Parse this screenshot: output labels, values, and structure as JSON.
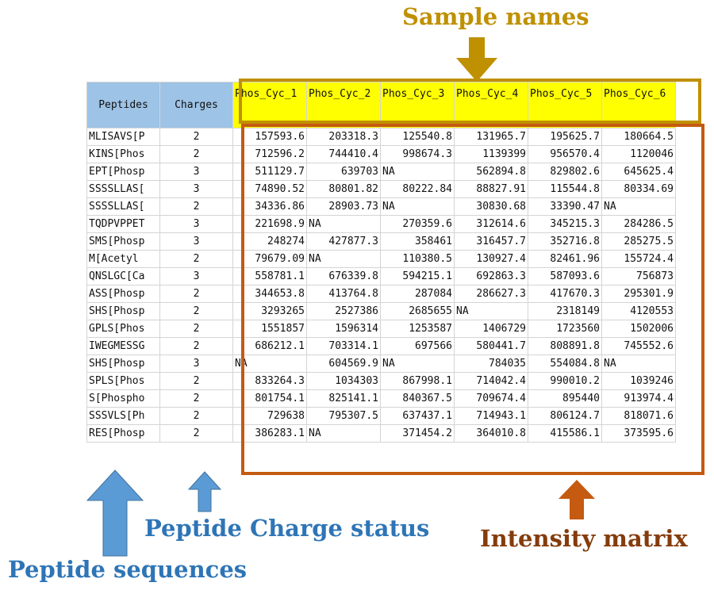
{
  "table": {
    "headers": [
      "Peptides",
      "Charges",
      "Phos_Cyc_1",
      "Phos_Cyc_2",
      "Phos_Cyc_3",
      "Phos_Cyc_4",
      "Phos_Cyc_5",
      "Phos_Cyc_6"
    ],
    "rows": [
      [
        "MLISAVS[P",
        "2",
        "157593.6",
        "203318.3",
        "125540.8",
        "131965.7",
        "195625.7",
        "180664.5"
      ],
      [
        "KINS[Phos",
        "2",
        "712596.2",
        "744410.4",
        "998674.3",
        "1139399",
        "956570.4",
        "1120046"
      ],
      [
        "EPT[Phosp",
        "3",
        "511129.7",
        "639703",
        "NA",
        "562894.8",
        "829802.6",
        "645625.4"
      ],
      [
        "SSSSLLAS[",
        "3",
        "74890.52",
        "80801.82",
        "80222.84",
        "88827.91",
        "115544.8",
        "80334.69"
      ],
      [
        "SSSSLLAS[",
        "2",
        "34336.86",
        "28903.73",
        "NA",
        "30830.68",
        "33390.47",
        "NA"
      ],
      [
        "TQDPVPPET",
        "3",
        "221698.9",
        "NA",
        "270359.6",
        "312614.6",
        "345215.3",
        "284286.5"
      ],
      [
        "SMS[Phosp",
        "3",
        "248274",
        "427877.3",
        "358461",
        "316457.7",
        "352716.8",
        "285275.5"
      ],
      [
        "M[Acetyl",
        "2",
        "79679.09",
        "NA",
        "110380.5",
        "130927.4",
        "82461.96",
        "155724.4"
      ],
      [
        "QNSLGC[Ca",
        "3",
        "558781.1",
        "676339.8",
        "594215.1",
        "692863.3",
        "587093.6",
        "756873"
      ],
      [
        "ASS[Phosp",
        "2",
        "344653.8",
        "413764.8",
        "287084",
        "286627.3",
        "417670.3",
        "295301.9"
      ],
      [
        "SHS[Phosp",
        "2",
        "3293265",
        "2527386",
        "2685655",
        "NA",
        "2318149",
        "4120553"
      ],
      [
        "GPLS[Phos",
        "2",
        "1551857",
        "1596314",
        "1253587",
        "1406729",
        "1723560",
        "1502006"
      ],
      [
        "IWEGMESSG",
        "2",
        "686212.1",
        "703314.1",
        "697566",
        "580441.7",
        "808891.8",
        "745552.6"
      ],
      [
        "SHS[Phosp",
        "3",
        "NA",
        "604569.9",
        "NA",
        "784035",
        "554084.8",
        "NA"
      ],
      [
        "SPLS[Phos",
        "2",
        "833264.3",
        "1034303",
        "867998.1",
        "714042.4",
        "990010.2",
        "1039246"
      ],
      [
        "S[Phospho",
        "2",
        "801754.1",
        "825141.1",
        "840367.5",
        "709674.4",
        "895440",
        "913974.4"
      ],
      [
        "SSSVLS[Ph",
        "2",
        "729638",
        "795307.5",
        "637437.1",
        "714943.1",
        "806124.7",
        "818071.6"
      ],
      [
        "RES[Phosp",
        "2",
        "386283.1",
        "NA",
        "371454.2",
        "364010.8",
        "415586.1",
        "373595.6"
      ]
    ]
  },
  "annotations": {
    "sample_names": "Sample names",
    "intensity_matrix": "Intensity matrix",
    "peptide_charge_status": "Peptide Charge status",
    "peptide_sequences": "Peptide sequences"
  },
  "colors": {
    "header_meta_fill": "#9dc3e6",
    "header_sample_fill": "#ffff00",
    "sample_box": "#bf9000",
    "matrix_box": "#c55a11",
    "matrix_label": "#843c0c",
    "blue_label": "#2e75b6",
    "blue_arrow": "#5b9bd5"
  }
}
